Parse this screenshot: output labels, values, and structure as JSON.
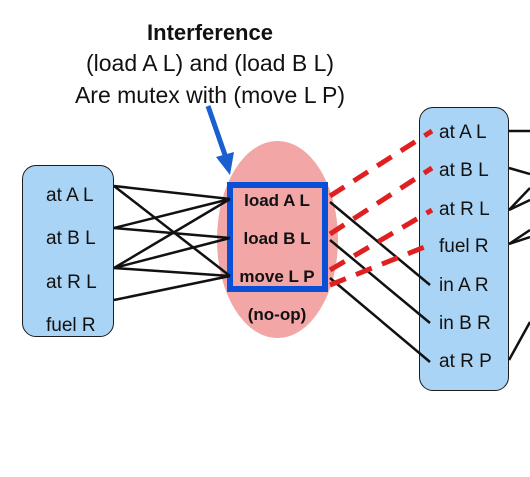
{
  "annotation": {
    "title": "Interference",
    "line1": "(load A L) and (load B L)",
    "line2": "Are mutex with (move L P)"
  },
  "left_props": [
    "at A L",
    "at B L",
    "at R L",
    "fuel R"
  ],
  "actions": [
    "load A L",
    "load B L",
    "move L P",
    "(no-op)"
  ],
  "right_props": [
    "at A L",
    "at B L",
    "at R L",
    "fuel R",
    "in A R",
    "in B R",
    "at R P"
  ],
  "colors": {
    "prop_box": "#a9d4f5",
    "action_oval": "#f2a6a6",
    "mutex_border": "#0a4fd6",
    "mutex_link": "#e02020",
    "arrow": "#1a5fd0"
  }
}
